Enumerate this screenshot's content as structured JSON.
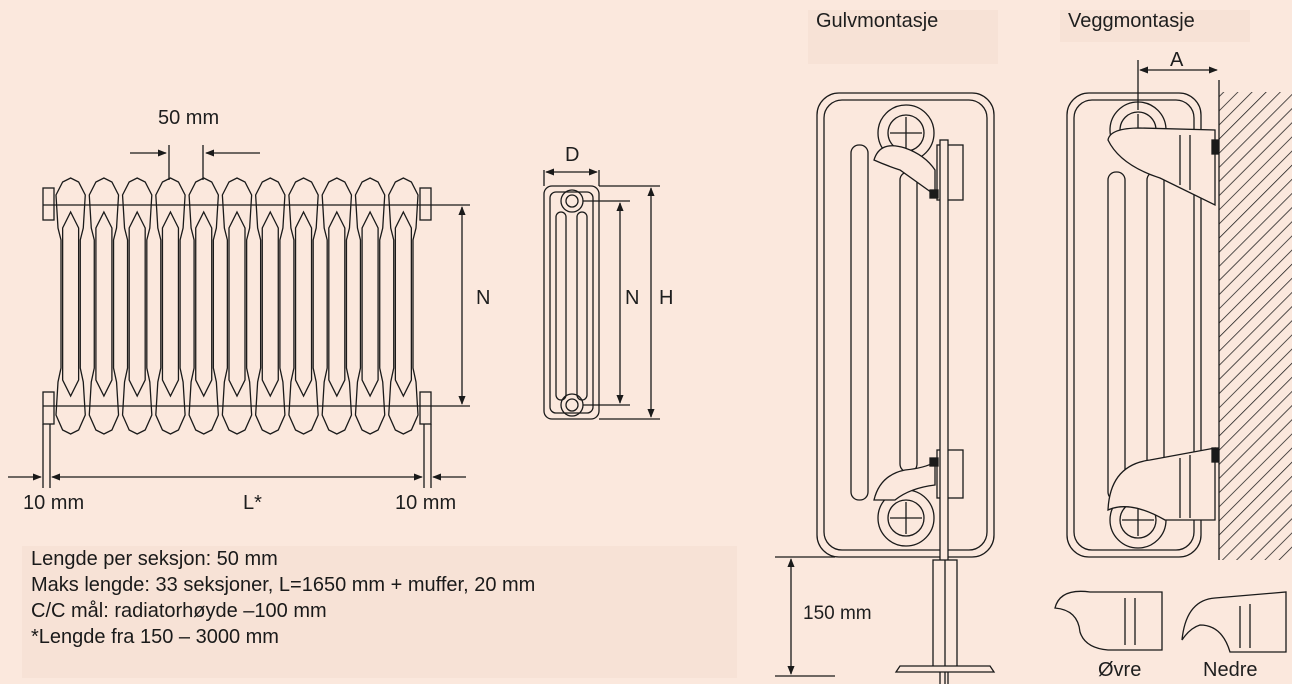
{
  "front": {
    "pitch_label": "50 mm",
    "height_label": "N",
    "left_offset": "10 mm",
    "length_label": "L*",
    "right_offset": "10 mm"
  },
  "side": {
    "depth_label": "D",
    "height_cc_label": "N",
    "height_total_label": "H"
  },
  "floor": {
    "title": "Gulvmontasje",
    "clearance_label": "150 mm"
  },
  "wall": {
    "title": "Veggmontasje",
    "distance_label": "A",
    "upper_label": "Øvre",
    "lower_label": "Nedre"
  },
  "notes": [
    "Lengde per seksjon: 50 mm",
    "Maks lengde: 33 seksjoner, L=1650 mm + muffer, 20 mm",
    "C/C mål: radiatorhøyde –100 mm",
    "*Lengde fra 150 – 3000 mm"
  ]
}
